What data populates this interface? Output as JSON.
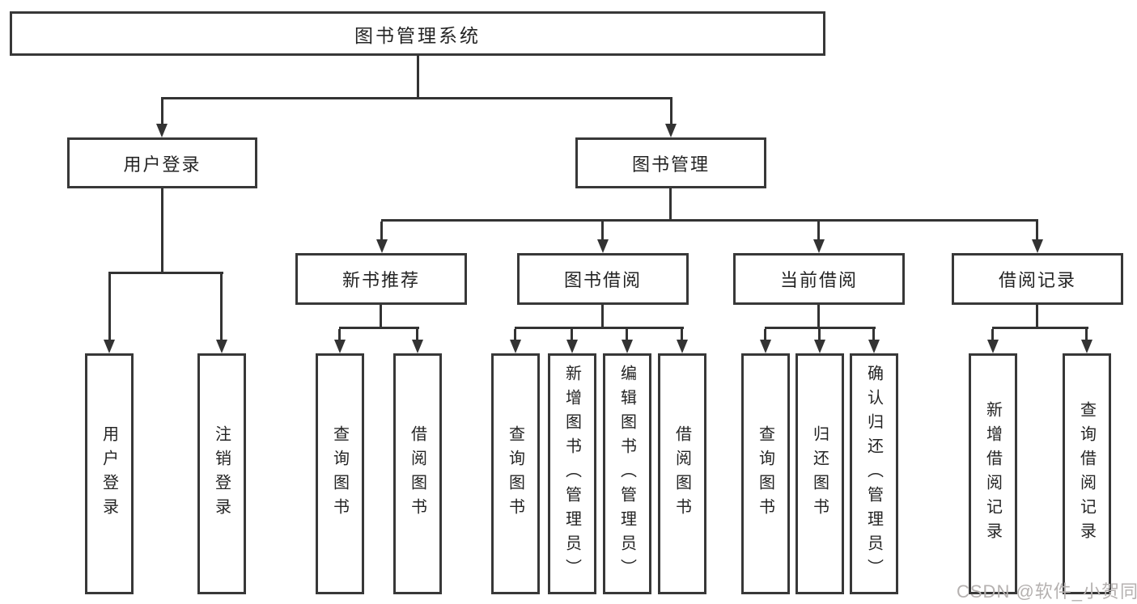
{
  "root": {
    "label": "图书管理系统"
  },
  "branches": [
    {
      "label": "用户登录",
      "children": [
        {
          "label": "用户登录"
        },
        {
          "label": "注销登录"
        }
      ]
    },
    {
      "label": "图书管理",
      "children": [
        {
          "label": "新书推荐",
          "children": [
            {
              "label": "查询图书"
            },
            {
              "label": "借阅图书"
            }
          ]
        },
        {
          "label": "图书借阅",
          "children": [
            {
              "label": "查询图书"
            },
            {
              "label": "新增图书（管理员）"
            },
            {
              "label": "编辑图书（管理员）"
            },
            {
              "label": "借阅图书"
            }
          ]
        },
        {
          "label": "当前借阅",
          "children": [
            {
              "label": "查询图书"
            },
            {
              "label": "归还图书"
            },
            {
              "label": "确认归还（管理员）"
            }
          ]
        },
        {
          "label": "借阅记录",
          "children": [
            {
              "label": "新增借阅记录"
            },
            {
              "label": "查询借阅记录"
            }
          ]
        }
      ]
    }
  ],
  "watermark": {
    "text": "CSDN @软件_小贺同学",
    "color": "#b5b1b0"
  },
  "colors": {
    "line": "#333333",
    "border": "#383838",
    "text": "#242424",
    "background": "#ffffff"
  }
}
